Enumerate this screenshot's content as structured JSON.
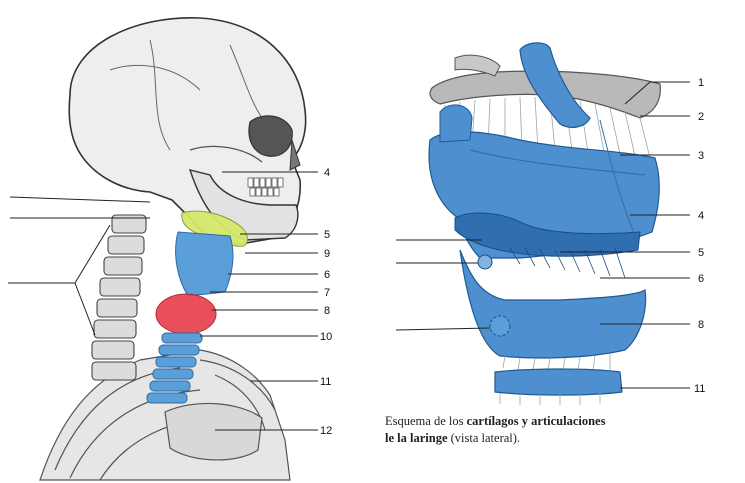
{
  "left_figure": {
    "labels": [
      "4",
      "5",
      "9",
      "6",
      "7",
      "8",
      "10",
      "11",
      "12"
    ],
    "colors": {
      "hyoid": "#d6e86a",
      "thyroid": "#5b9fd8",
      "cricoid": "#e8404e",
      "trachea": "#5b9fd8"
    }
  },
  "right_figure": {
    "labels": [
      "1",
      "2",
      "3",
      "4",
      "5",
      "6",
      "8",
      "11"
    ],
    "colors": {
      "cartilage": "#4e90cf",
      "cartilage_dark": "#2f6fb0",
      "ligament": "#dfe8f0"
    }
  },
  "caption": {
    "part1": "Esquema de los",
    "bold": "cartílagos y articulaciones",
    "part2": "le la laringe",
    "part3": "(vista lateral)."
  }
}
